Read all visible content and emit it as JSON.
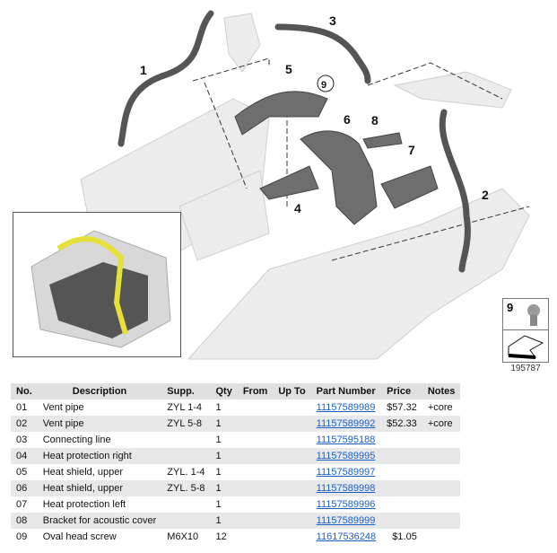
{
  "diagram": {
    "callouts": [
      "1",
      "2",
      "3",
      "4",
      "5",
      "6",
      "7",
      "8",
      "9"
    ],
    "image_number": "195787",
    "legend_item": "9"
  },
  "table": {
    "headers": [
      "No.",
      "Description",
      "Supp.",
      "Qty",
      "From",
      "Up To",
      "Part Number",
      "Price",
      "Notes"
    ],
    "rows": [
      {
        "no": "01",
        "desc": "Vent pipe",
        "supp": "ZYL 1-4",
        "qty": "1",
        "from": "",
        "upto": "",
        "part": "11157589989",
        "price": "$57.32",
        "notes": "+core"
      },
      {
        "no": "02",
        "desc": "Vent pipe",
        "supp": "ZYL 5-8",
        "qty": "1",
        "from": "",
        "upto": "",
        "part": "11157589992",
        "price": "$52.33",
        "notes": "+core"
      },
      {
        "no": "03",
        "desc": "Connecting line",
        "supp": "",
        "qty": "1",
        "from": "",
        "upto": "",
        "part": "11157595188",
        "price": "",
        "notes": ""
      },
      {
        "no": "04",
        "desc": "Heat protection right",
        "supp": "",
        "qty": "1",
        "from": "",
        "upto": "",
        "part": "11157589995",
        "price": "",
        "notes": ""
      },
      {
        "no": "05",
        "desc": "Heat shield, upper",
        "supp": "ZYL. 1-4",
        "qty": "1",
        "from": "",
        "upto": "",
        "part": "11157589997",
        "price": "",
        "notes": ""
      },
      {
        "no": "06",
        "desc": "Heat shield, upper",
        "supp": "ZYL. 5-8",
        "qty": "1",
        "from": "",
        "upto": "",
        "part": "11157589998",
        "price": "",
        "notes": ""
      },
      {
        "no": "07",
        "desc": "Heat protection left",
        "supp": "",
        "qty": "1",
        "from": "",
        "upto": "",
        "part": "11157589996",
        "price": "",
        "notes": ""
      },
      {
        "no": "08",
        "desc": "Bracket for acoustic cover",
        "supp": "",
        "qty": "1",
        "from": "",
        "upto": "",
        "part": "11157589999",
        "price": "",
        "notes": ""
      },
      {
        "no": "09",
        "desc": "Oval head screw",
        "supp": "M6X10",
        "qty": "12",
        "from": "",
        "upto": "",
        "part": "11617536248",
        "price": "$1.05",
        "notes": ""
      }
    ]
  }
}
